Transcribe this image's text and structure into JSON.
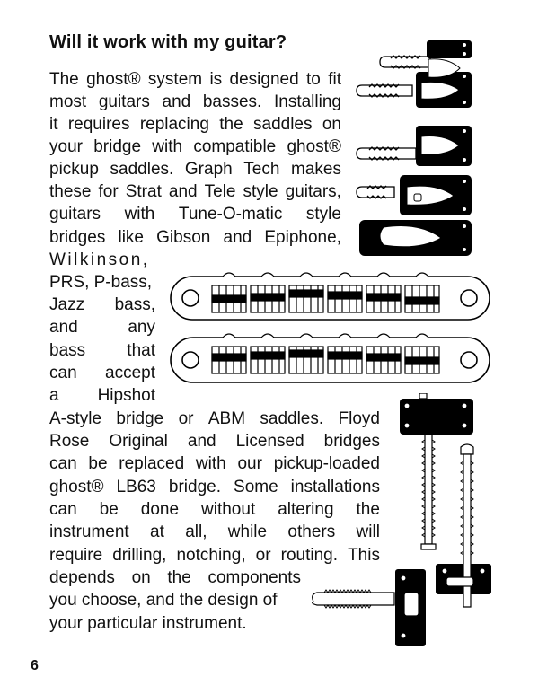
{
  "heading": "Will it work with my guitar?",
  "lines": [
    "The ghost® system is designed to fit",
    "most guitars and basses. Installing",
    "it requires replacing the saddles on",
    "your bridge with compatible ghost®",
    "pickup saddles. Graph Tech makes",
    "these for Strat and Tele style guitars,",
    "guitars with Tune-O-matic style",
    "bridges like Gibson and Epiphone,",
    "Wilkinson,",
    "PRS, P-bass,",
    "Jazz bass,",
    "and any",
    "bass that",
    "can accept",
    "a Hipshot",
    "A-style bridge or ABM saddles. Floyd",
    "Rose Original and Licensed bridges",
    "can be replaced with our pickup-loaded",
    "ghost® LB63 bridge. Some installations",
    "can be done without altering the",
    "instrument at all, while others will",
    "require drilling, notching, or routing. This",
    "depends on the components",
    "you choose, and the design of",
    "your particular instrument."
  ],
  "page_number": "6"
}
